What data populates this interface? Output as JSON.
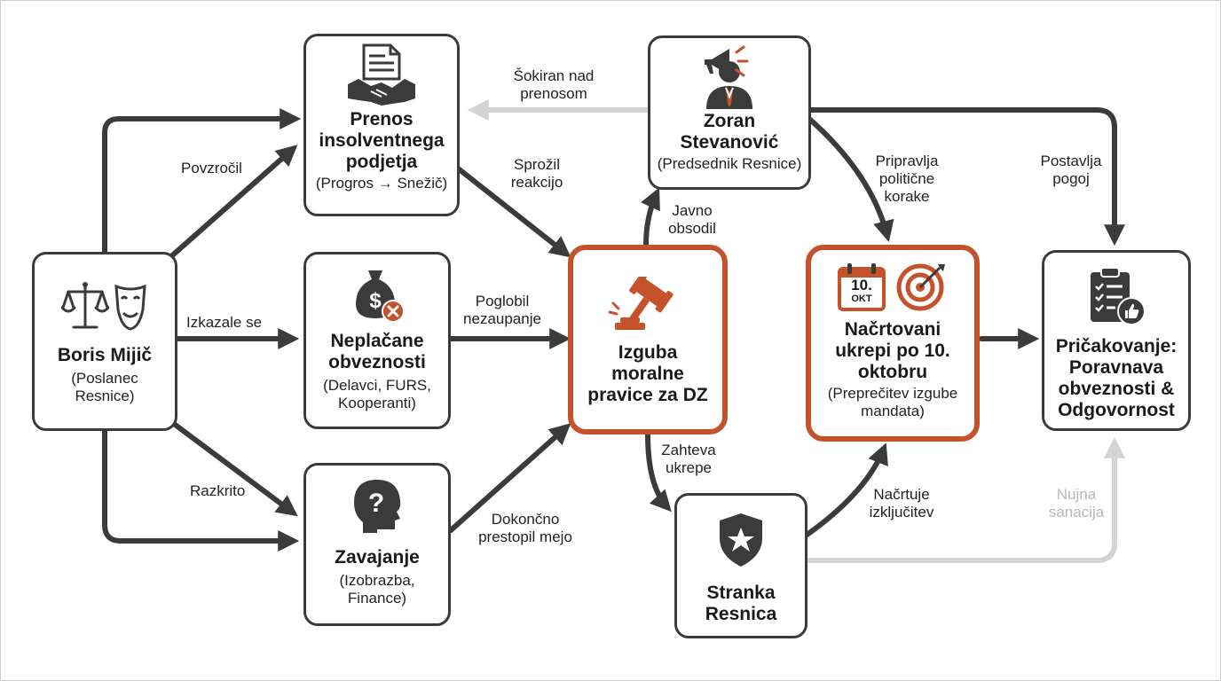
{
  "nodes": {
    "boris": {
      "title": "Boris Mijič",
      "sub": "(Poslanec Resnice)"
    },
    "prenos": {
      "title": "Prenos insolventnega podjetja",
      "sub": "(Progros → Snežič)"
    },
    "neplacane": {
      "title": "Neplačane obveznosti",
      "sub": "(Delavci, FURS, Kooperanti)"
    },
    "zavajanje": {
      "title": "Zavajanje",
      "sub": "(Izobrazba, Finance)"
    },
    "izguba": {
      "title": "Izguba moralne pravice za DZ"
    },
    "zoran": {
      "title": "Zoran Stevanović",
      "sub": "(Predsednik Resnice)"
    },
    "stranka": {
      "title": "Stranka Resnica"
    },
    "ukrepi": {
      "title": "Načrtovani ukrepi po 10. oktobru",
      "sub": "(Preprečitev izgube mandata)",
      "calendar_day": "10.",
      "calendar_month": "OKT"
    },
    "pricakovanje": {
      "title": "Pričakovanje: Poravnava obveznosti & Odgovornost"
    }
  },
  "edges": {
    "povzrocil": "Povzročil",
    "izkazale": "Izkazale se",
    "razkrito": "Razkrito",
    "sprozil": "Sprožil reakcijo",
    "poglobil": "Poglobil nezaupanje",
    "dokoncno": "Dokončno prestopil mejo",
    "sokiran": "Šokiran nad prenosom",
    "javno": "Javno obsodil",
    "zahteva": "Zahteva ukrepe",
    "pripravlja": "Pripravlja politične korake",
    "postavlja": "Postavlja pogoj",
    "nacrtuje": "Načrtuje izključitev",
    "nujna": "Nujna sanacija"
  },
  "colors": {
    "dark": "#3b3b3b",
    "accent": "#c4532c",
    "light": "#d3d3d3",
    "light_text": "#b8b8b8"
  },
  "icons": {
    "boris": [
      "scales-icon",
      "theater-masks-icon"
    ],
    "prenos": "document-handshake-icon",
    "neplacane": "money-bag-x-icon",
    "zavajanje": "head-question-icon",
    "izguba": "gavel-icon",
    "zoran": "megaphone-person-icon",
    "stranka": "shield-star-icon",
    "ukrepi": [
      "calendar-icon",
      "target-icon"
    ],
    "pricakovanje": "clipboard-thumbs-up-icon"
  }
}
